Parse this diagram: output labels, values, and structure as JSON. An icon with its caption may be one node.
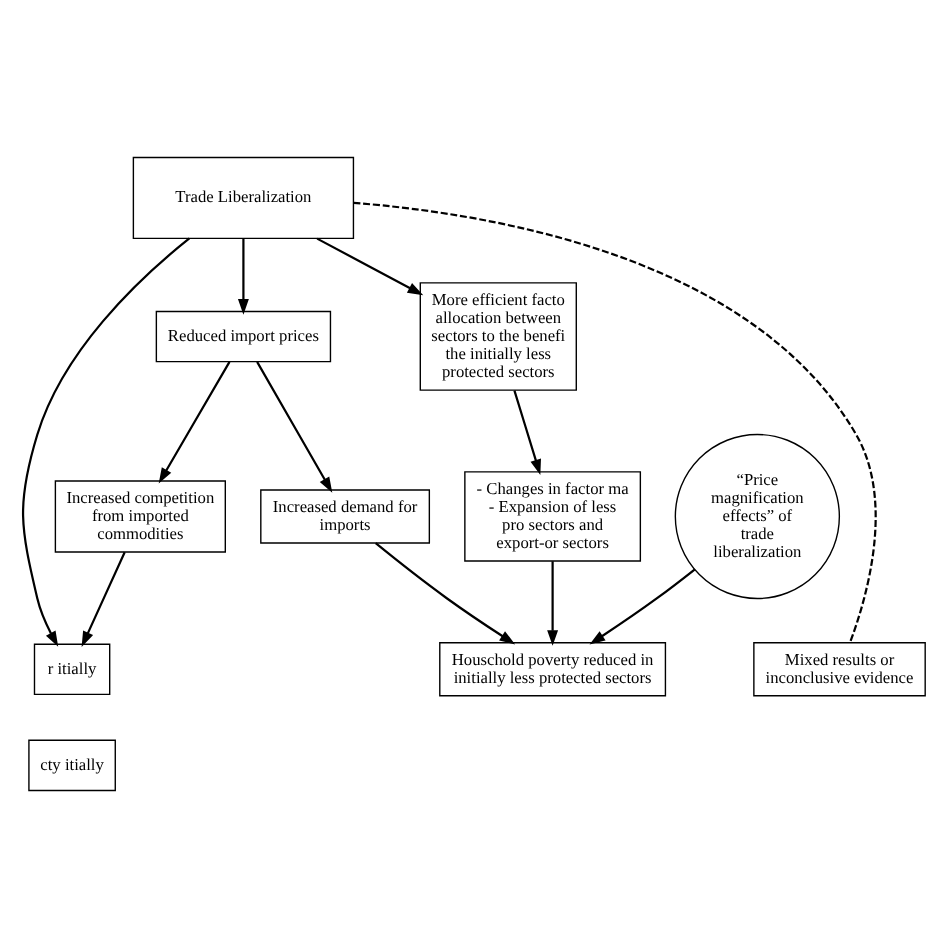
{
  "diagram": {
    "nodes": [
      {
        "text": [
          "Trade Liberalization"
        ]
      },
      {
        "text": [
          "r itially"
        ]
      },
      {
        "text": [
          "More efficient facto allocation between sectors to the benefi the initially less protected sectors"
        ]
      },
      {
        "text": [
          "Increased competition from imported commodities"
        ]
      },
      {
        "text": [
          "Reduced import prices"
        ]
      },
      {
        "text": [
          "- Changes in factor ma",
          "- Expansion of less pro sectors and export-or sectors"
        ]
      },
      {
        "text": [
          "cty itially"
        ]
      },
      {
        "text": [
          "Increased demand for imports"
        ]
      },
      {
        "text": [
          "“Price magnification effects” of trade liberalization"
        ]
      },
      {
        "text": [
          "Houschold poverty reduced in initially less protected sectors"
        ]
      },
      {
        "text": [
          "Mixed results or inconclusive evidence"
        ]
      }
    ],
    "edges": [
      {
        "from": 0,
        "to": 1,
        "arrow": "to"
      },
      {
        "from": 0,
        "to": 2,
        "arrow": "to"
      },
      {
        "from": 0,
        "to": 4,
        "arrow": "to"
      },
      {
        "from": 4,
        "to": 3,
        "arrow": "to"
      },
      {
        "from": 3,
        "to": 1,
        "arrow": "to"
      },
      {
        "from": 2,
        "to": 5,
        "arrow": "to"
      },
      {
        "from": 4,
        "to": 7,
        "arrow": "to"
      },
      {
        "from": 7,
        "to": 9,
        "arrow": "to"
      },
      {
        "from": 8,
        "to": 9,
        "arrow": "to"
      },
      {
        "from": 5,
        "to": 9,
        "arrow": "to"
      },
      {
        "from": 0,
        "to": 10,
        "arrow": "none",
        "style": "dashed"
      }
    ]
  }
}
